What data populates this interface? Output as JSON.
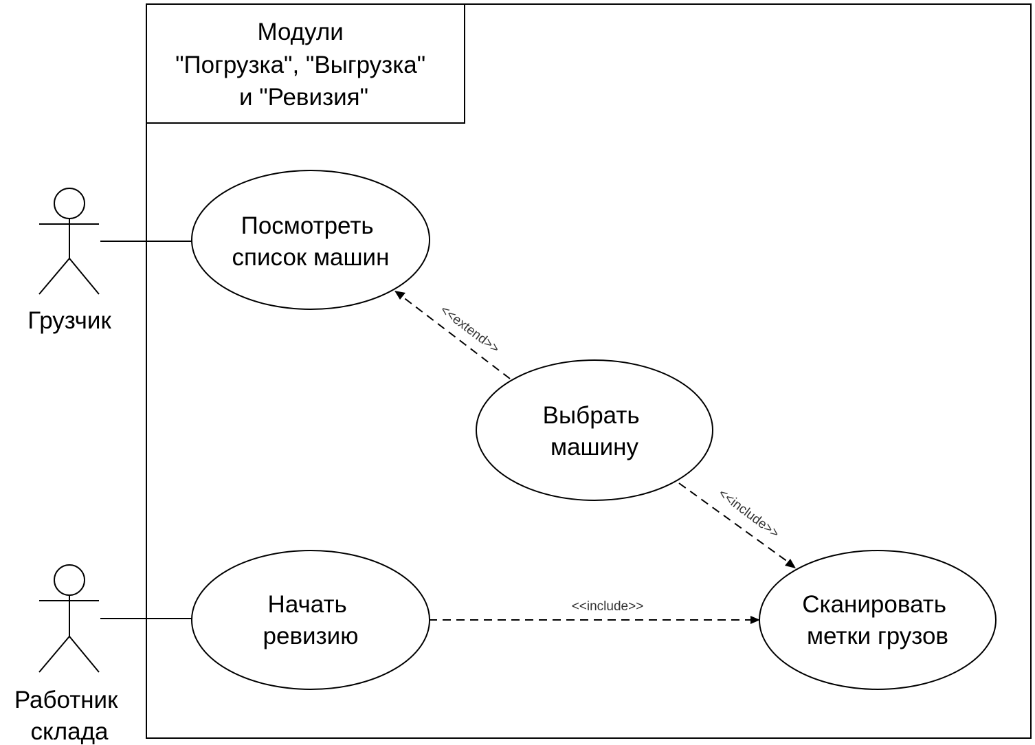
{
  "system": {
    "title_lines": [
      "Модули",
      "\"Погрузка\", \"Выгрузка\"",
      "и \"Ревизия\""
    ]
  },
  "actors": [
    {
      "id": "loader",
      "name_lines": [
        "Грузчик"
      ]
    },
    {
      "id": "warehouse-worker",
      "name_lines": [
        "Работник",
        "склада"
      ]
    }
  ],
  "use_cases": [
    {
      "id": "view-list",
      "label_lines": [
        "Посмотреть",
        "список машин"
      ]
    },
    {
      "id": "choose-car",
      "label_lines": [
        "Выбрать",
        "машину"
      ]
    },
    {
      "id": "start-revision",
      "label_lines": [
        "Начать",
        "ревизию"
      ]
    },
    {
      "id": "scan-labels",
      "label_lines": [
        "Сканировать",
        "метки грузов"
      ]
    }
  ],
  "relations": [
    {
      "type": "association",
      "from": "loader",
      "to": "view-list"
    },
    {
      "type": "association",
      "from": "warehouse-worker",
      "to": "start-revision"
    },
    {
      "type": "dependency",
      "from": "choose-car",
      "to": "view-list",
      "label": "<<extend>>"
    },
    {
      "type": "dependency",
      "from": "choose-car",
      "to": "scan-labels",
      "label": "<<include>>"
    },
    {
      "type": "dependency",
      "from": "start-revision",
      "to": "scan-labels",
      "label": "<<include>>"
    }
  ]
}
